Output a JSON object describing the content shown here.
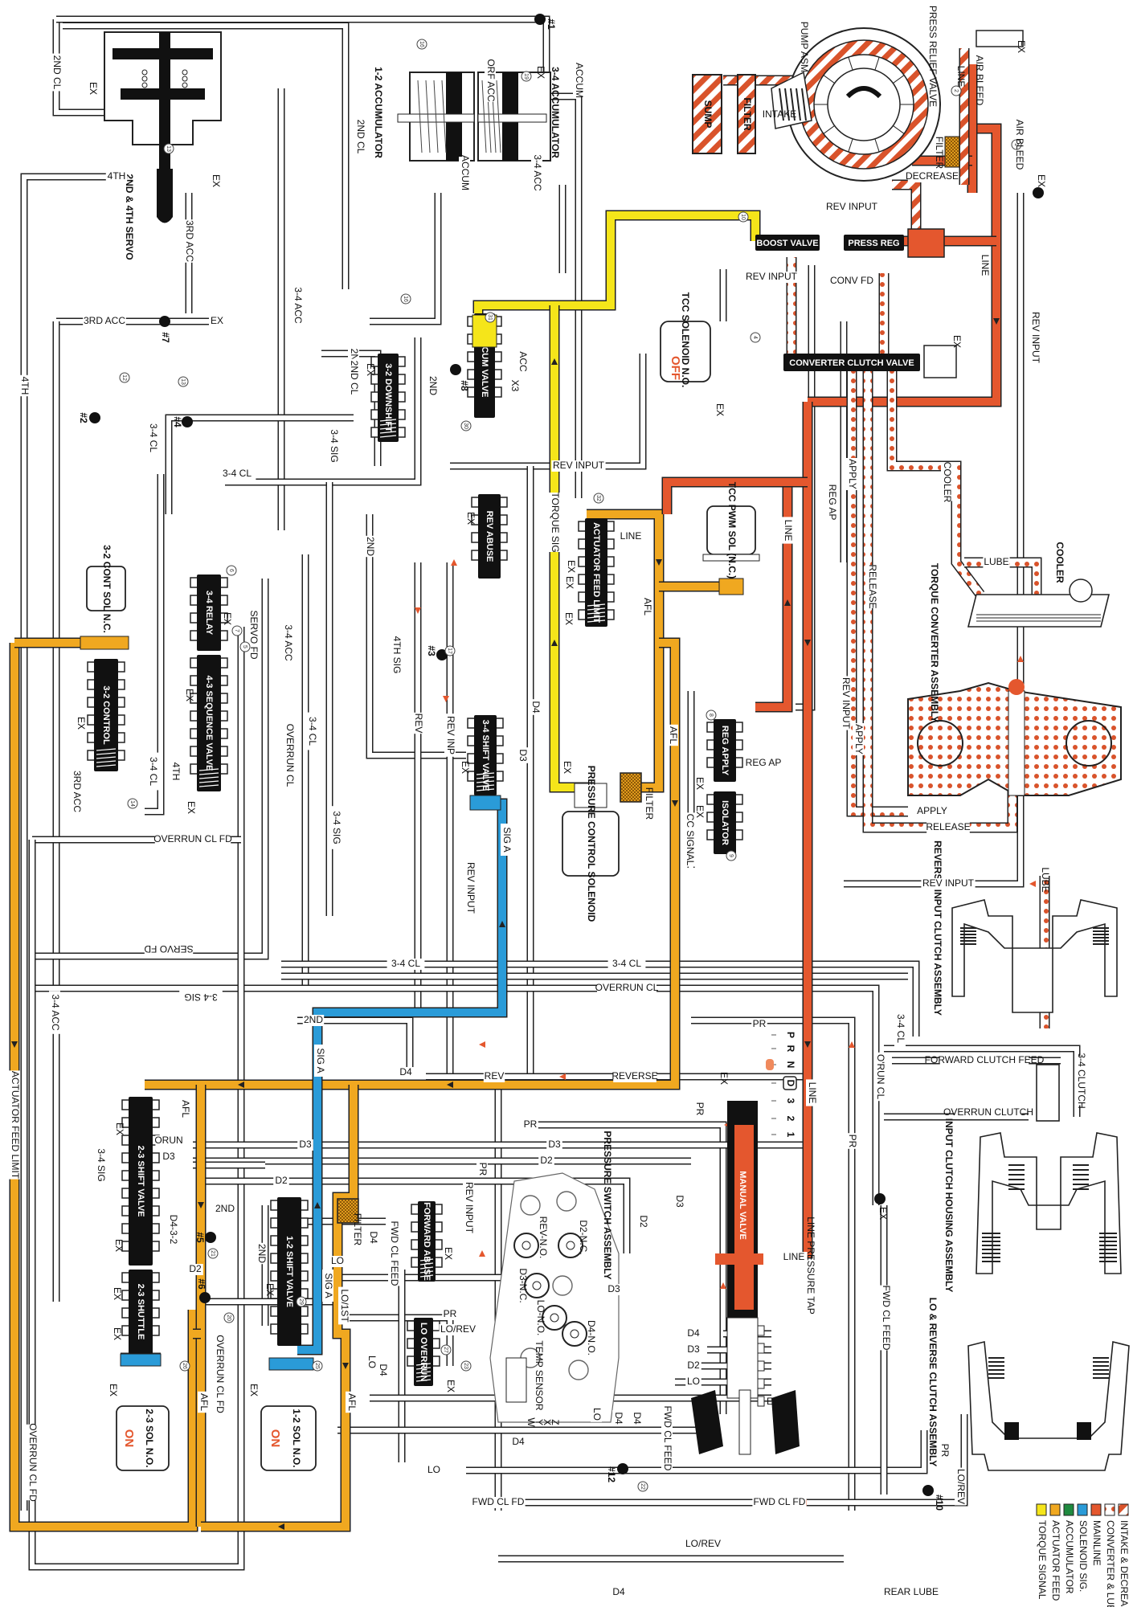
{
  "title": "Hydraulic Circuit Schematic - Drive Range, Torque Converter Clutch Released",
  "colors": {
    "intake_decrease": "#d9532b",
    "converter_lube": "#d9532b",
    "mainline": "#e4572e",
    "solenoid_sig": "#2a9bd8",
    "accumulator": "#1f8a3f",
    "actuator_feed": "#f0a820",
    "torque_signal": "#f5e51a",
    "valve_body": "#111111",
    "line": "#222222",
    "state_on_off": "#e4572e"
  },
  "legend": {
    "items": [
      {
        "label": "INTAKE & DECREASE",
        "pattern": "striped",
        "color": "#d9532b"
      },
      {
        "label": "CONVERTER & LUBE",
        "pattern": "dotted",
        "color": "#d9532b"
      },
      {
        "label": "MAINLINE",
        "pattern": "solid",
        "color": "#e4572e"
      },
      {
        "label": "SOLENOID SIG.",
        "pattern": "solid",
        "color": "#2a9bd8"
      },
      {
        "label": "ACCUMULATOR",
        "pattern": "solid",
        "color": "#1f8a3f"
      },
      {
        "label": "ACTUATOR FEED",
        "pattern": "solid",
        "color": "#f0a820"
      },
      {
        "label": "TORQUE SIGNAL",
        "pattern": "solid",
        "color": "#f5e51a"
      }
    ]
  },
  "components": {
    "servo": "2ND & 4TH SERVO",
    "accum_12": "1-2 ACCUMULATOR",
    "accum_34": "3-4 ACCUMULATOR",
    "pump": "PUMP ASM.",
    "press_relief": "PRESS RELIEF VALVE",
    "sump": "SUMP",
    "filter": "FILTER",
    "boost_valve": "BOOST VALVE",
    "press_reg": "PRESS REG",
    "tcc_solenoid": {
      "name": "TCC SOLENOID N.O.",
      "state": "OFF"
    },
    "converter_clutch_valve": "CONVERTER CLUTCH VALVE",
    "downshift_32": "3-2 DOWNSHIFT",
    "accum_valve": "ACCUM VALVE",
    "rev_abuse": "REV ABUSE",
    "actuator_feed_limit": "ACTUATOR FEED LIMIT",
    "tcc_pwm_sol": "TCC PWM SOL (N.C.)",
    "cooler": "COOLER",
    "torque_converter": "TORQUE CONVERTER ASSEMBLY",
    "relay_34": "3-4 RELAY",
    "sequence_43": "4-3 SEQUENCE VALVE",
    "cont_sol_32": "3-2 CONT SOL N.C.",
    "control_32": "3-2 CONTROL",
    "shift_34": "3-4 SHIFT VALVE",
    "pressure_control_sol": "PRESSURE CONTROL SOLENOID",
    "reg_apply": "REG APPLY",
    "isolator": "ISOLATOR",
    "reverse_input_clutch": "REVERSE INPUT CLUTCH ASSEMBLY",
    "shift_23": "2-3 SHIFT VALVE",
    "shuttle_23": "2-3 SHUTTLE",
    "shift_12": "1-2 SHIFT VALVE",
    "forward_abuse": "FORWARD ABUSE",
    "lo_overrun": "LO OVERRUN",
    "pressure_switch": "PRESSURE SWITCH ASSEMBLY",
    "temp_sensor": "TEMP SENSOR",
    "manual_valve": "MANUAL VALVE",
    "input_clutch_housing": "INPUT CLUTCH HOUSING ASSEMBLY",
    "lo_reverse_clutch": "LO & REVERSE CLUTCH ASSEMBLY",
    "sol_23": {
      "name": "2-3 SOL N.O.",
      "state": "ON"
    },
    "sol_12": {
      "name": "1-2 SOL N.O.",
      "state": "ON"
    },
    "line_pressure_tap": "LINE PRESSURE TAP"
  },
  "gear_selector": {
    "positions": [
      "P",
      "R",
      "N",
      "D",
      "3",
      "2",
      "1"
    ],
    "selected": "D"
  },
  "pressure_switch_ports": [
    "REV-N.O.",
    "D2-N.C.",
    "D3-N.C.",
    "LO-N.O.",
    "D4-N.O."
  ],
  "temp_sensor_pins": [
    "W",
    "Y",
    "X",
    "Z"
  ],
  "checkballs": [
    "#1",
    "#2",
    "#3",
    "#4",
    "#5",
    "#6",
    "#7",
    "#8",
    "#10",
    "#12"
  ],
  "orifices": [
    "1",
    "2",
    "4",
    "6",
    "7",
    "8",
    "9",
    "10",
    "12",
    "13",
    "14",
    "15",
    "16",
    "17",
    "19",
    "20",
    "21",
    "22",
    "23",
    "24",
    "25",
    "26",
    "27",
    "28",
    "29",
    "30",
    "31",
    "32"
  ],
  "passage_labels": {
    "l_2nd_cl": "2ND CL",
    "l_ex": "EX",
    "l_4th": "4TH",
    "l_3rd_acc": "3RD ACC",
    "l_orf_acc": "ORF ACC",
    "l_accum": "ACCUM",
    "l_34_acc": "3-4 ACC",
    "l_intake": "INTAKE",
    "l_line": "LINE",
    "l_air_bleed": "AIR BLEED",
    "l_decrease": "DECREASE",
    "l_rev_input": "REV INPUT",
    "l_conv_fd": "CONV FD",
    "l_apply": "APPLY",
    "l_release": "RELEASE",
    "l_reg_ap": "REG AP",
    "l_cooler": "COOLER",
    "l_lube": "LUBE",
    "l_2nd": "2ND",
    "l_acc": "ACC",
    "l_x3": "X3",
    "l_34_cl": "3-4 CL",
    "l_34_sig": "3-4 SIG",
    "l_torque_sig": "TORQUE SIG",
    "l_afl": "AFL",
    "l_cc_signal": "CC SIGNAL",
    "l_servo_fd": "SERVO FD",
    "l_4th_sig": "4TH SIG",
    "l_rev": "REV",
    "l_rev_inp": "REV INP",
    "l_d3": "D3",
    "l_d4": "D4",
    "l_d2": "D2",
    "l_overrun_cl": "OVERRUN CL",
    "l_overrun_cl_fd": "OVERRUN CL FD",
    "l_sig_a": "SIG A",
    "l_filter": "FILTER",
    "l_reverse": "REVERSE",
    "l_pr": "PR",
    "l_orun": "ORUN",
    "l_d432": "D4-3-2",
    "l_lo": "LO",
    "l_lo1st": "LO/1ST",
    "l_fwd_cl_feed": "FWD CL FEED",
    "l_lo_rev": "LO/REV",
    "l_fwd_cl_fd": "FWD CL FD",
    "l_rear_lube": "REAR LUBE",
    "l_actuator_feed_limit": "ACTUATOR FEED LIMIT",
    "l_orun_cl": "O'RUN CL",
    "l_forward_clutch_feed": "FORWARD CLUTCH FEED",
    "l_34_clutch": "3-4 CLUTCH",
    "l_overrun_clutch": "OVERRUN CLUTCH"
  }
}
